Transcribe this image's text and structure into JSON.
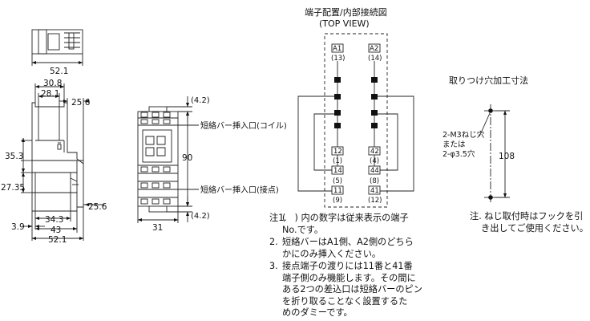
{
  "dimensions": {
    "top_width": "52.1",
    "side_30_8": "30.8",
    "side_28_1": "28.1",
    "side_25_6_top": "25.6",
    "side_35_3": "35.3",
    "side_27_35": "27.35",
    "side_25_6_bottom": "25.6",
    "side_34_3": "34.3",
    "side_3_9": "3.9",
    "side_43": "43",
    "side_52_1": "52.1",
    "front_4_2_top": "(4.2)",
    "front_90": "90",
    "front_4_2_bottom": "(4.2)",
    "front_31": "31"
  },
  "callouts": {
    "coil": "短絡バー挿入口(コイル)",
    "contact": "短絡バー挿入口(接点)"
  },
  "terminal": {
    "title": "端子配置/内部接続図",
    "subtitle": "(TOP VIEW)",
    "left": [
      {
        "label": "A1",
        "old": "(13)"
      },
      {
        "label": "12",
        "old": "(1)"
      },
      {
        "label": "14",
        "old": "(5)"
      },
      {
        "label": "11",
        "old": "(9)"
      }
    ],
    "right": [
      {
        "label": "A2",
        "old": "(14)"
      },
      {
        "label": "42",
        "old": "(4)"
      },
      {
        "label": "44",
        "old": "(8)"
      },
      {
        "label": "41",
        "old": "(12)"
      }
    ]
  },
  "mounting": {
    "title": "取りつけ穴加工寸法",
    "hole_line1": "2-M3ねじ穴",
    "hole_line2": "または",
    "hole_line3": "2-φ3.5穴",
    "pitch": "108"
  },
  "notes": {
    "n1_num": "注1.",
    "n1_a": "(　) 内の数字は従来表示の端子",
    "n1_b": "No.です。",
    "n2_num": "2.",
    "n2_a": "短絡バーはA1側、A2側のどちら",
    "n2_b": "かにのみ挿入ください。",
    "n3_num": "3.",
    "n3_a": "接点端子の渡りには11番と41番",
    "n3_b": "端子側のみ機能します。その間に",
    "n3_c": "ある2つの差込口は短絡バーのピン",
    "n3_d": "を折り取ることなく設置するた",
    "n3_e": "めのダミーです。",
    "right_a": "注. ねじ取付時はフックを引",
    "right_b": "き出してご使用ください。"
  }
}
